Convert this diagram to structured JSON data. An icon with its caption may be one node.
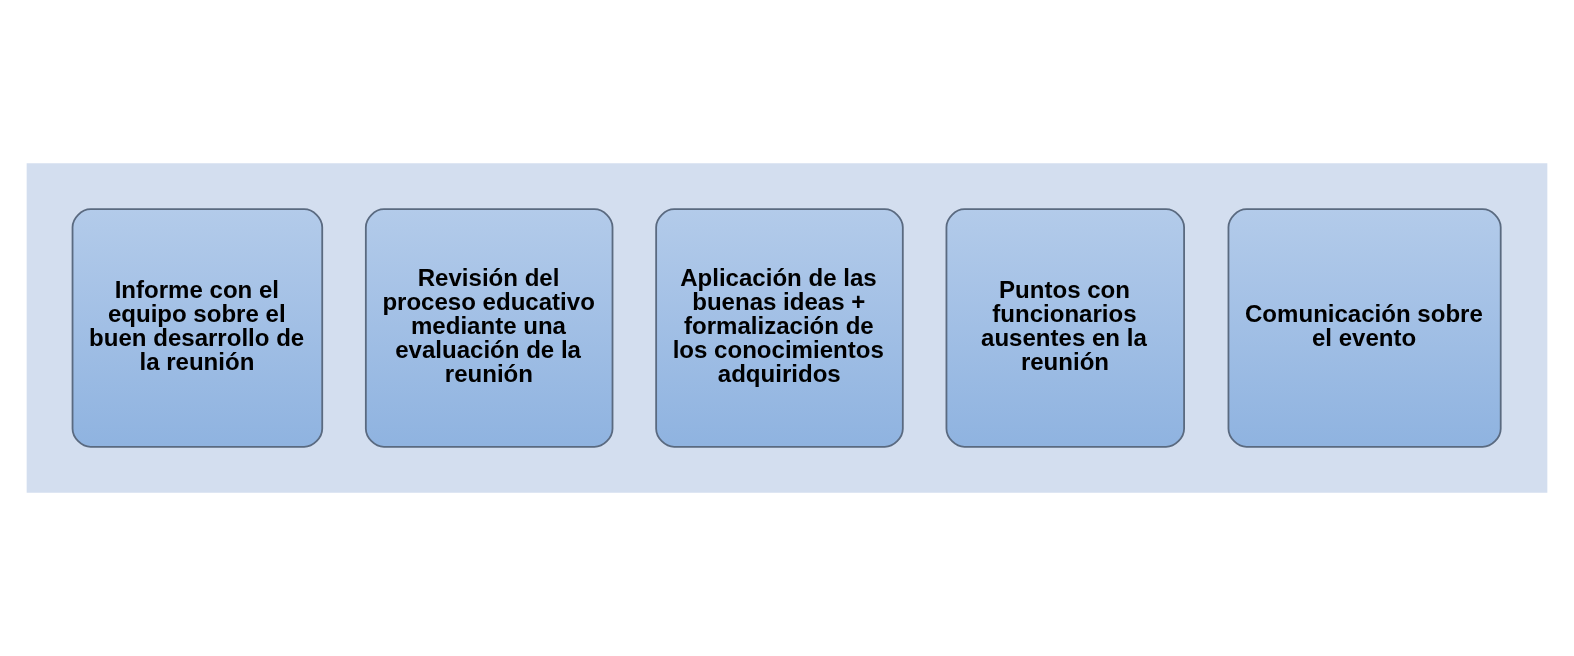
{
  "diagram": {
    "nodes": [
      {
        "text": [],
        "shape": "arrow"
      },
      {
        "text": [
          "Informe con el equipo sobre el buen desarrollo de la reunión"
        ],
        "in": 0
      },
      {
        "text": [
          "Revisión del proceso educativo mediante una evaluación de la reunión"
        ],
        "in": 0
      },
      {
        "text": [
          "Aplicación de las buenas ideas + formalización de los conocimientos adquiridos"
        ],
        "in": 0
      },
      {
        "text": [
          "Puntos con funcionarios ausentes en la reunión"
        ],
        "in": 0
      },
      {
        "text": [
          "Comunicación sobre el evento"
        ],
        "in": 0
      }
    ],
    "edges": []
  }
}
